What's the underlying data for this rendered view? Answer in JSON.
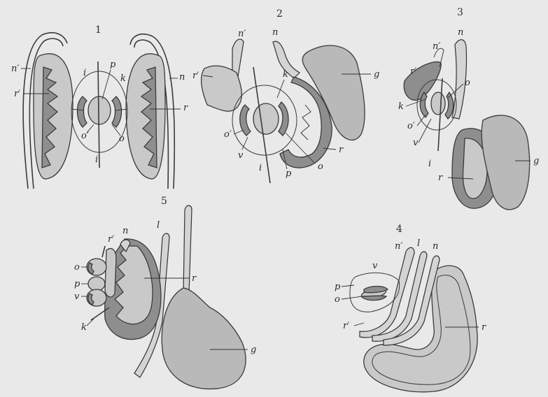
{
  "figure": {
    "panel_numbers": [
      "1",
      "2",
      "3",
      "4",
      "5"
    ],
    "labels": {
      "n_prime": "n′",
      "n": "n",
      "r_prime": "r′",
      "r": "r",
      "i": "i",
      "p": "p",
      "k": "k",
      "o": "o",
      "o_prime": "o′",
      "g": "g",
      "v": "v",
      "l": "l"
    }
  },
  "colors": {
    "paper": "#e9e9e9",
    "ink": "#2a2a2a",
    "tissue_dark": "#8e8e8e",
    "tissue_light": "#c9c9c9"
  }
}
